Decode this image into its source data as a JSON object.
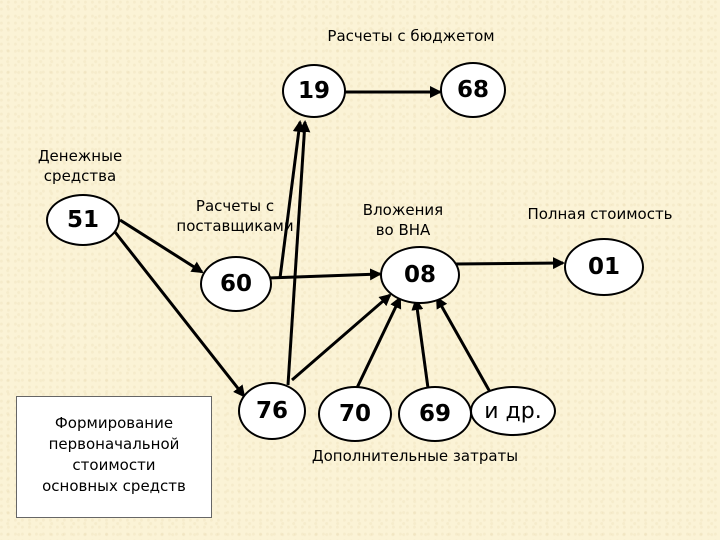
{
  "title": "Расчеты с бюджетом",
  "labels": {
    "cash": "Денежные\nсредства",
    "suppliers": "Расчеты с\nпоставщиками",
    "investments": "Вложения\nво ВНА",
    "full_cost": "Полная стоимость",
    "additional_costs": "Дополнительные затраты",
    "formation": "Формирование\nпервоначальной\nстоимости\nосновных средств"
  },
  "nodes": {
    "n19": "19",
    "n68": "68",
    "n51": "51",
    "n60": "60",
    "n08": "08",
    "n01": "01",
    "n76": "76",
    "n70": "70",
    "n69": "69",
    "etc": "и др."
  }
}
